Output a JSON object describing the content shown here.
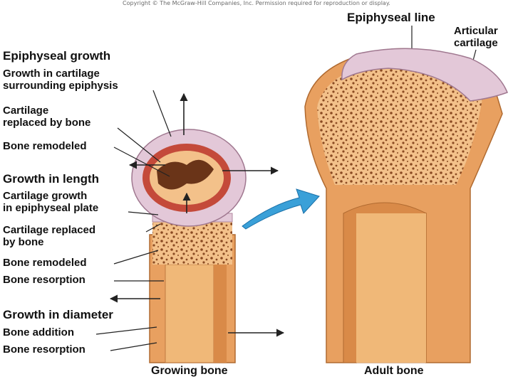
{
  "copyright": "Copyright © The McGraw-Hill Companies, Inc. Permission required for reproduction or display.",
  "labels": {
    "epiphyseal_growth": "Epiphyseal growth",
    "growth_cartilage_epiphysis": "Growth in cartilage\nsurrounding epiphysis",
    "cartilage_replaced_1": "Cartilage\nreplaced by bone",
    "bone_remodeled_1": "Bone remodeled",
    "growth_in_length": "Growth in length",
    "cartilage_growth_plate": "Cartilage growth\nin epiphyseal plate",
    "cartilage_replaced_2": "Cartilage replaced\nby bone",
    "bone_remodeled_2": "Bone remodeled",
    "bone_resorption_1": "Bone resorption",
    "growth_in_diameter": "Growth in diameter",
    "bone_addition": "Bone addition",
    "bone_resorption_2": "Bone resorption",
    "epiphyseal_line": "Epiphyseal line",
    "articular_cartilage": "Articular\ncartilage"
  },
  "captions": {
    "growing_bone": "Growing bone",
    "adult_bone": "Adult bone"
  },
  "colors": {
    "bone_tan": "#e8a060",
    "spongy": "#f3c18a",
    "cartilage": "#e3c8d8",
    "marrow_red": "#c44a3a",
    "arrow_blue": "#3aa0d8"
  }
}
